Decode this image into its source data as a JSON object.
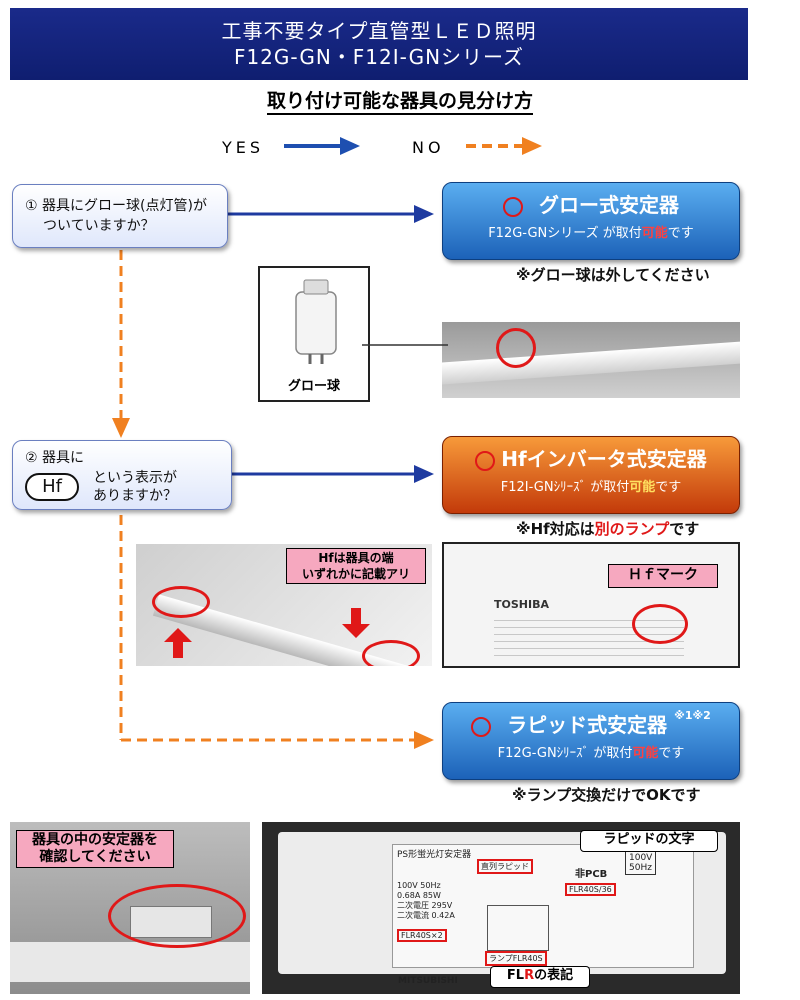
{
  "header": {
    "line1": "工事不要タイプ直管型ＬＥＤ照明",
    "line2": "F12G-GN・F12I-GNシリーズ"
  },
  "subtitle": "取り付け可能な器具の見分け方",
  "legend": {
    "yes": "YES",
    "no": "NO",
    "yes_color": "#1e4fb0",
    "no_color": "#f08020"
  },
  "q1": {
    "number": "①",
    "line1": "器具にグロー球(点灯管)が",
    "line2": "ついていますか？"
  },
  "q2": {
    "number": "②",
    "line1": "器具に",
    "hf": "Hf",
    "line2": "という表示が",
    "line3": "ありますか？"
  },
  "result_glow": {
    "title": "グロー式安定器",
    "sub_pre": "F12G-GNシリーズ が取付",
    "sub_red": "可能",
    "sub_post": "です",
    "note": "※グロー球は外してください"
  },
  "glow_photo_label": "グロー球",
  "result_hf": {
    "title": "Hfインバータ式安定器",
    "sub_pre": "F12I-GNｼﾘｰｽﾞ が取付",
    "sub_red": "可能",
    "sub_post": "です",
    "note_pre": "※Hf対応は",
    "note_red": "別のランプ",
    "note_post": "です"
  },
  "hf_photo_tag_line1": "Hfは器具の端",
  "hf_photo_tag_line2": "いずれかに記載アリ",
  "hf_mark_label": "Ｈｆマーク",
  "hf_label_brand": "TOSHIBA",
  "result_rapid": {
    "title": "ラピッド式安定器",
    "marks": "※1※2",
    "sub_pre": "F12G-GNｼﾘｰｽﾞ が取付",
    "sub_red": "可能",
    "sub_post": "です",
    "note": "※ランプ交換だけでOKです"
  },
  "inside_tag_line1": "器具の中の安定器を",
  "inside_tag_line2": "確認してください",
  "ballast": {
    "rapid_text_label": "ラピッドの文字",
    "flr_label_pre": "FL",
    "flr_label_red": "R",
    "flr_label_post": "の表記",
    "brand": "MITSUBISHI",
    "plate_title": "PS形蛍光灯安定器",
    "rapid_word": "直列ラピッド",
    "pcb": "非PCB",
    "flr1": "FLR40S/36",
    "flr2": "FLR40S×2",
    "flr3": "ランプFLR40S",
    "spec1": "100V",
    "spec2": "50Hz",
    "row1": "100V 50Hz",
    "row2": "0.68A 85W",
    "row3": "二次電圧 295V",
    "row4": "二次電流 0.42A"
  }
}
